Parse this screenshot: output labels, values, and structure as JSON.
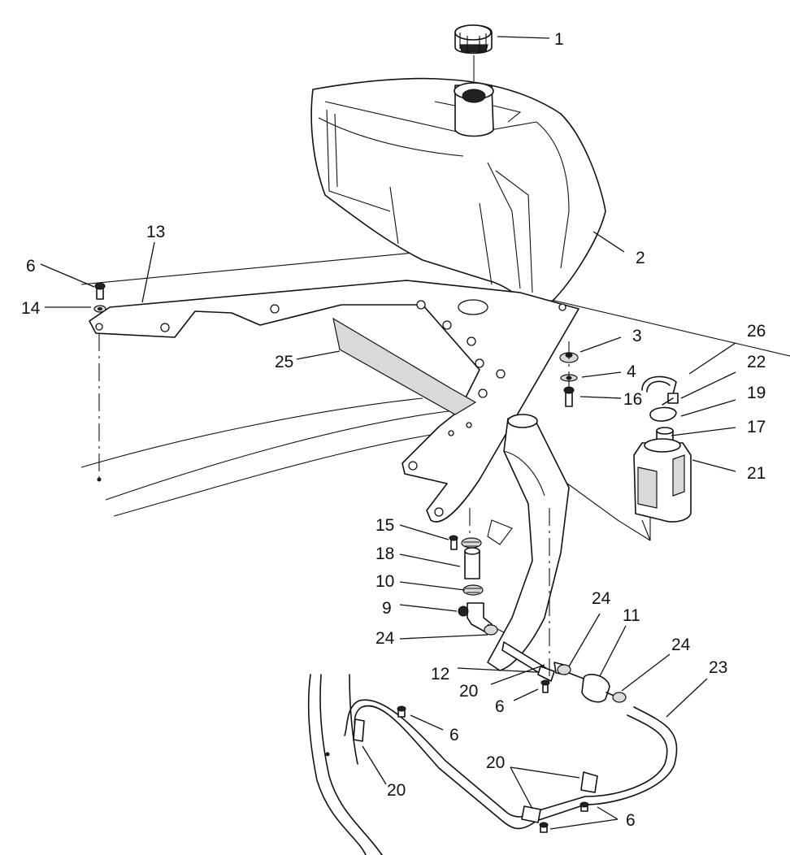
{
  "callouts": [
    {
      "id": "c1",
      "text": "1"
    },
    {
      "id": "c2",
      "text": "2"
    },
    {
      "id": "c3",
      "text": "3"
    },
    {
      "id": "c4",
      "text": "4"
    },
    {
      "id": "c16",
      "text": "16"
    },
    {
      "id": "c26",
      "text": "26"
    },
    {
      "id": "c22",
      "text": "22"
    },
    {
      "id": "c19",
      "text": "19"
    },
    {
      "id": "c17",
      "text": "17"
    },
    {
      "id": "c21",
      "text": "21"
    },
    {
      "id": "c13",
      "text": "13"
    },
    {
      "id": "c6a",
      "text": "6"
    },
    {
      "id": "c14",
      "text": "14"
    },
    {
      "id": "c25",
      "text": "25"
    },
    {
      "id": "c15",
      "text": "15"
    },
    {
      "id": "c18",
      "text": "18"
    },
    {
      "id": "c10",
      "text": "10"
    },
    {
      "id": "c9",
      "text": "9"
    },
    {
      "id": "c24a",
      "text": "24"
    },
    {
      "id": "c12",
      "text": "12"
    },
    {
      "id": "c20a",
      "text": "20"
    },
    {
      "id": "c6b",
      "text": "6"
    },
    {
      "id": "c24b",
      "text": "24"
    },
    {
      "id": "c11",
      "text": "11"
    },
    {
      "id": "c24c",
      "text": "24"
    },
    {
      "id": "c23",
      "text": "23"
    },
    {
      "id": "c6c",
      "text": "6"
    },
    {
      "id": "c20b",
      "text": "20"
    },
    {
      "id": "c20c",
      "text": "20"
    },
    {
      "id": "c6d",
      "text": "6"
    }
  ]
}
